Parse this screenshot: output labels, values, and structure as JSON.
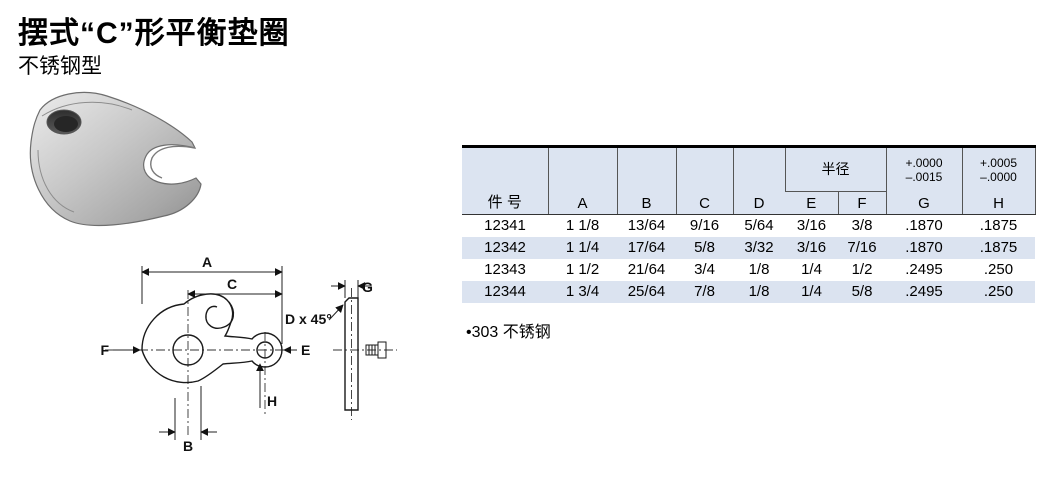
{
  "page": {
    "title": "摆式“C”形平衡垫圈",
    "subtitle": "不锈钢型",
    "footnote": "•303 不锈钢"
  },
  "table": {
    "headers": {
      "part_no": "件  号",
      "a": "A",
      "b": "B",
      "c": "C",
      "d": "D",
      "radius_group": "半径",
      "e": "E",
      "f": "F",
      "g": "G",
      "h": "H",
      "g_tol_plus": "+.0000",
      "g_tol_minus": "–.0015",
      "h_tol_plus": "+.0005",
      "h_tol_minus": "–.0000"
    },
    "rows": [
      [
        "12341",
        "1 1/8",
        "13/64",
        "9/16",
        "5/64",
        "3/16",
        "3/8",
        ".1870",
        ".1875"
      ],
      [
        "12342",
        "1 1/4",
        "17/64",
        "5/8",
        "3/32",
        "3/16",
        "7/16",
        ".1870",
        ".1875"
      ],
      [
        "12343",
        "1 1/2",
        "21/64",
        "3/4",
        "1/8",
        "1/4",
        "1/2",
        ".2495",
        ".250"
      ],
      [
        "12344",
        "1 3/4",
        "25/64",
        "7/8",
        "1/8",
        "1/4",
        "5/8",
        ".2495",
        ".250"
      ]
    ]
  },
  "drawing": {
    "labels": {
      "a": "A",
      "b": "B",
      "c": "C",
      "d_note": "D x 45°",
      "e": "E",
      "f": "F",
      "g": "G",
      "h": "H"
    }
  }
}
